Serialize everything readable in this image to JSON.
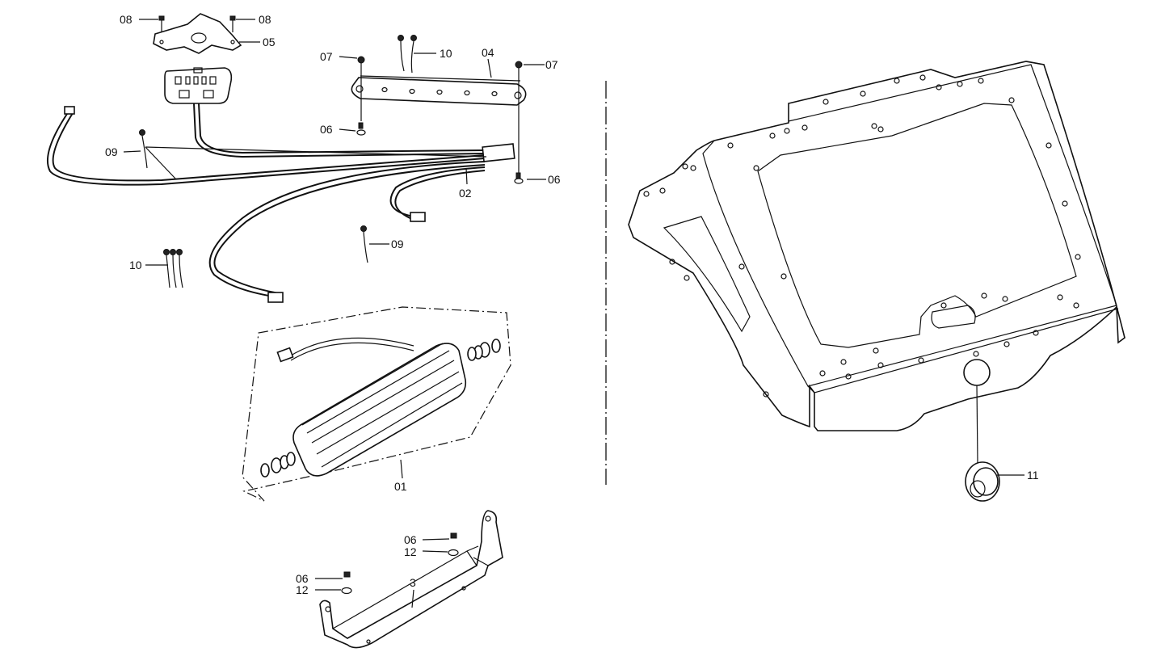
{
  "diagram": {
    "callouts": {
      "c08a": "08",
      "c08b": "08",
      "c05": "05",
      "c07a": "07",
      "c10a": "10",
      "c04": "04",
      "c07b": "07",
      "c06a": "06",
      "c09a": "09",
      "c06b": "06",
      "c02": "02",
      "c09b": "09",
      "c10b": "10",
      "c01": "01",
      "c06c": "06",
      "c12a": "12",
      "c06d": "06",
      "c12b": "12",
      "c3": "3",
      "c11": "11"
    }
  }
}
